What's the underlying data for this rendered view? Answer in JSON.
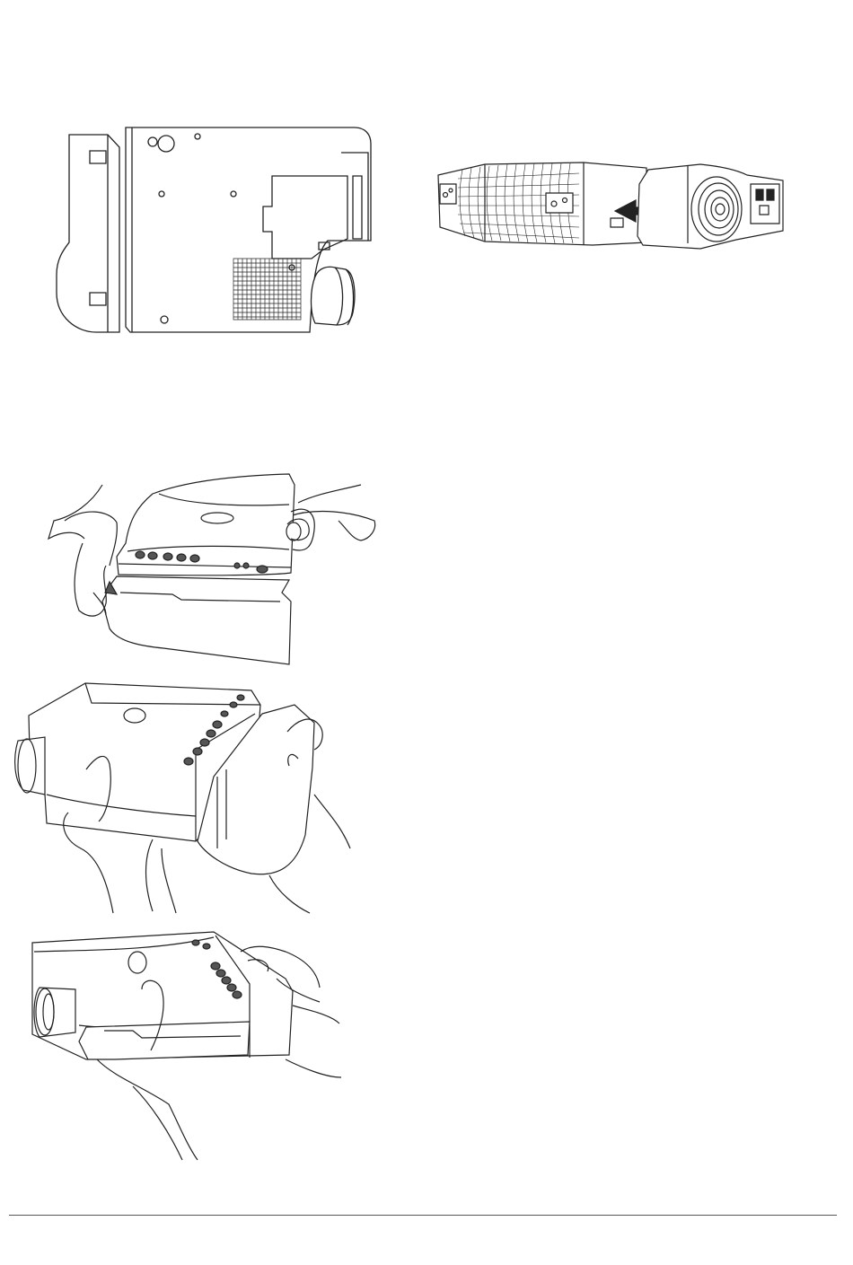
{
  "page": {
    "figures": [
      {
        "id": "fig-bottom-view-with-cover",
        "icon": "projector-bottom-view-icon"
      },
      {
        "id": "fig-cover-slide-on",
        "icon": "projector-side-arrow-icon"
      },
      {
        "id": "fig-hands-lift-cover",
        "icon": "hands-lifting-cover-icon"
      },
      {
        "id": "fig-hands-tilt-cover",
        "icon": "hands-tilting-cover-icon"
      },
      {
        "id": "fig-hands-attach-cover",
        "icon": "hands-attaching-cover-icon"
      }
    ],
    "colors": {
      "line": "#222222",
      "fill": "#ffffff",
      "dark": "#555555"
    }
  }
}
